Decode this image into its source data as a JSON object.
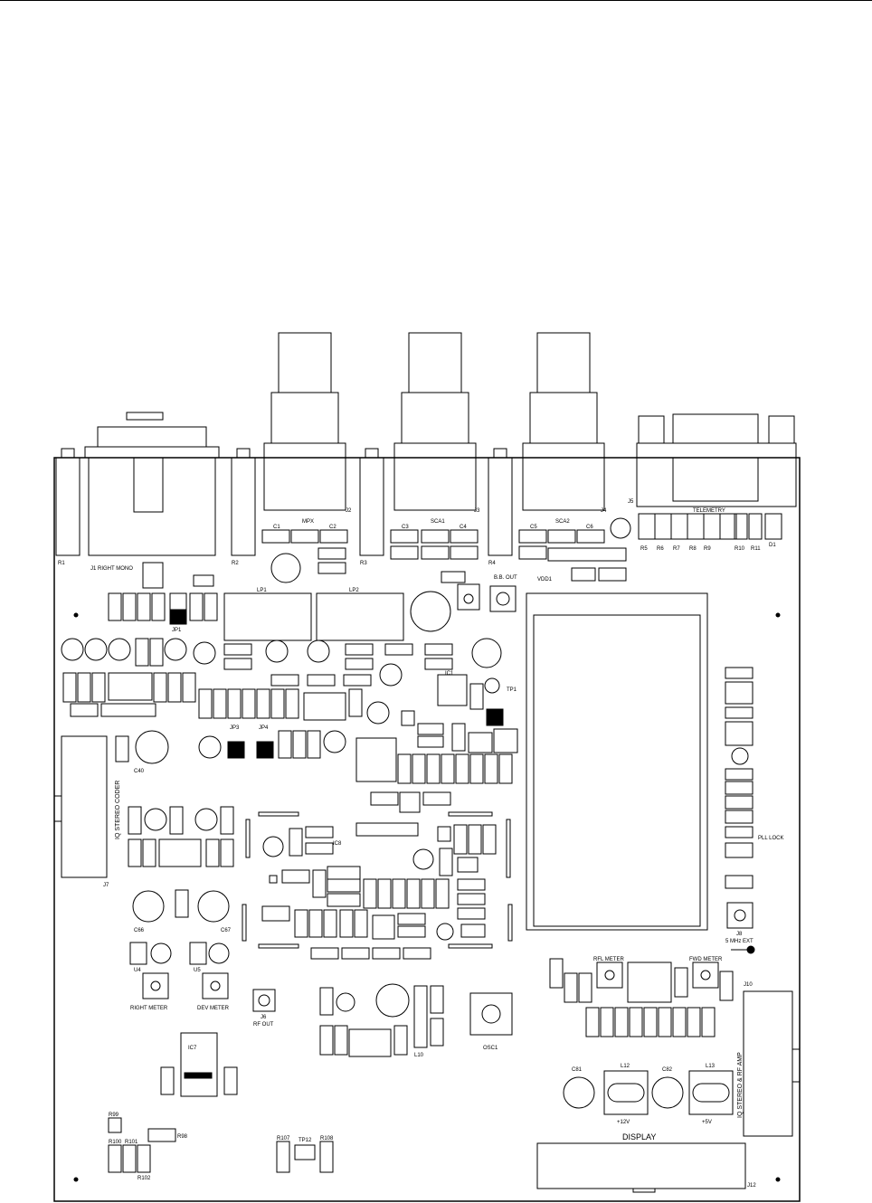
{
  "labels": {
    "j1": "J1 RIGHT MONO",
    "mpx": "MPX",
    "j2": "J2",
    "sca1": "SCA1",
    "j3": "J3",
    "sca2": "SCA2",
    "j4": "J4",
    "j5": "J5",
    "telemetry": "TELEMETRY",
    "bb_out": "B.B. OUT",
    "vdd1": "VDD1",
    "lp1": "LP1",
    "lp2": "LP2",
    "ic1": "IC1",
    "tp1": "TP1",
    "pll_lock": "PLL LOCK",
    "iq_stereo_coder": "IQ STEREO CODER",
    "ic8": "IC8",
    "right_meter": "RIGHT METER",
    "dev_meter": "DEV METER",
    "j6": "J6",
    "rf_out": "RF OUT",
    "rfl_meter": "RFL METER",
    "fwd_meter": "FWD METER",
    "j8": "J8",
    "ext_5mhz": "5 MHz EXT",
    "j10": "J10",
    "iq_stereo_rf_amp": "IQ STEREO & RF AMP",
    "osc1": "OSC1",
    "display": "DISPLAY",
    "j12": "J12",
    "plus12v": "+12V",
    "plus5v": "+5V",
    "l12": "L12",
    "l13": "L13",
    "c81": "C81",
    "c82": "C82",
    "c40": "C40",
    "c66": "C66",
    "c67": "C67",
    "r1": "R1",
    "r2": "R2",
    "r3": "R3",
    "r4": "R4",
    "c1": "C1",
    "c2": "C2",
    "c3": "C3",
    "c4": "C4",
    "c5": "C5",
    "c6": "C6",
    "r5": "R5",
    "r6": "R6",
    "r7": "R7",
    "r8": "R8",
    "r9": "R9",
    "r10": "R10",
    "r11": "R11",
    "d1": "D1",
    "jp1": "JP1",
    "jp3": "JP3",
    "jp4": "JP4",
    "u4": "U4",
    "u5": "U5",
    "j7": "J7",
    "ic7": "IC7",
    "l10": "L10",
    "r101": "R101",
    "r102": "R102",
    "r100": "R100",
    "r107": "R107",
    "tp12": "TP12",
    "r108": "R108",
    "r99": "R99",
    "r98": "R98"
  }
}
